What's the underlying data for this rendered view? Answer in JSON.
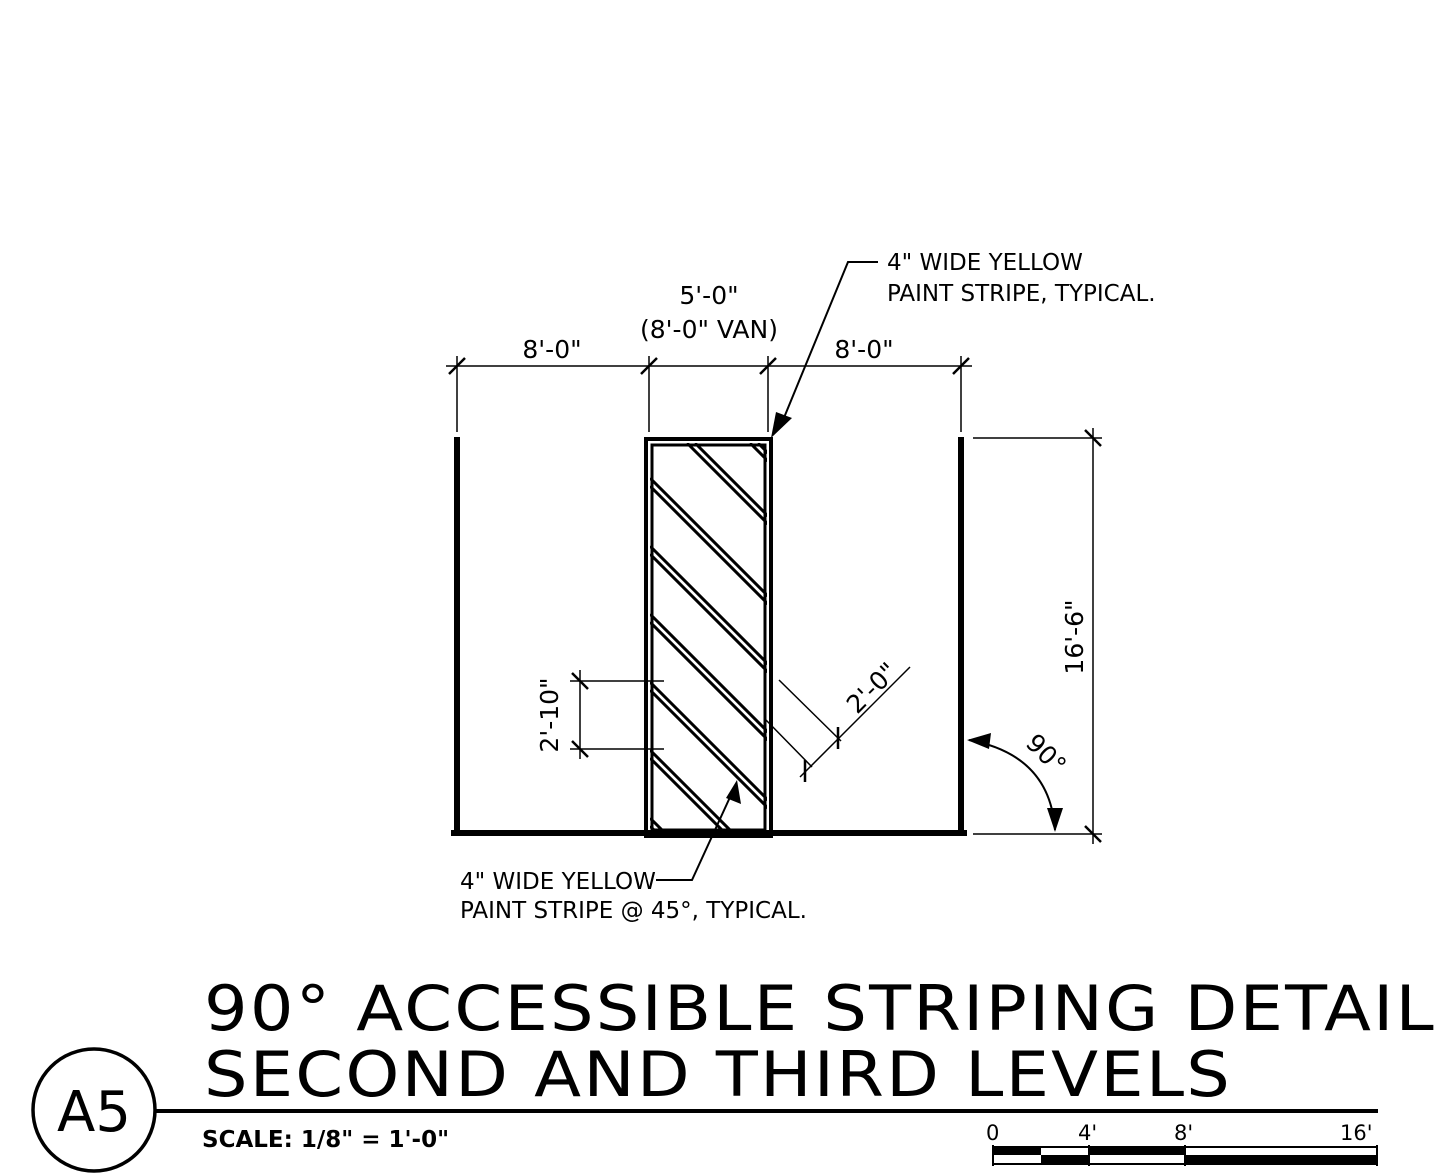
{
  "title": {
    "line1": "90° ACCESSIBLE STRIPING DETAIL",
    "line2": "SECOND AND THIRD LEVELS",
    "scale": "SCALE: 1/8\" = 1'-0\""
  },
  "tag": {
    "label": "A5"
  },
  "dimensions": {
    "left_stall": "8'-0\"",
    "aisle_top": "5'-0\"",
    "aisle_van": "(8'-0\" VAN)",
    "right_stall": "8'-0\"",
    "stall_depth": "16'-6\"",
    "hatch_spacing": "2'-10\"",
    "hatch_perp": "2'-0\"",
    "angle": "90°"
  },
  "notes": {
    "top_line1": "4\" WIDE YELLOW",
    "top_line2": "PAINT STRIPE, TYPICAL.",
    "bottom_line1": "4\" WIDE YELLOW",
    "bottom_line2": "PAINT STRIPE @ 45°, TYPICAL."
  },
  "scale_bar": {
    "ticks": [
      "0",
      "4'",
      "8'",
      "16'"
    ]
  }
}
